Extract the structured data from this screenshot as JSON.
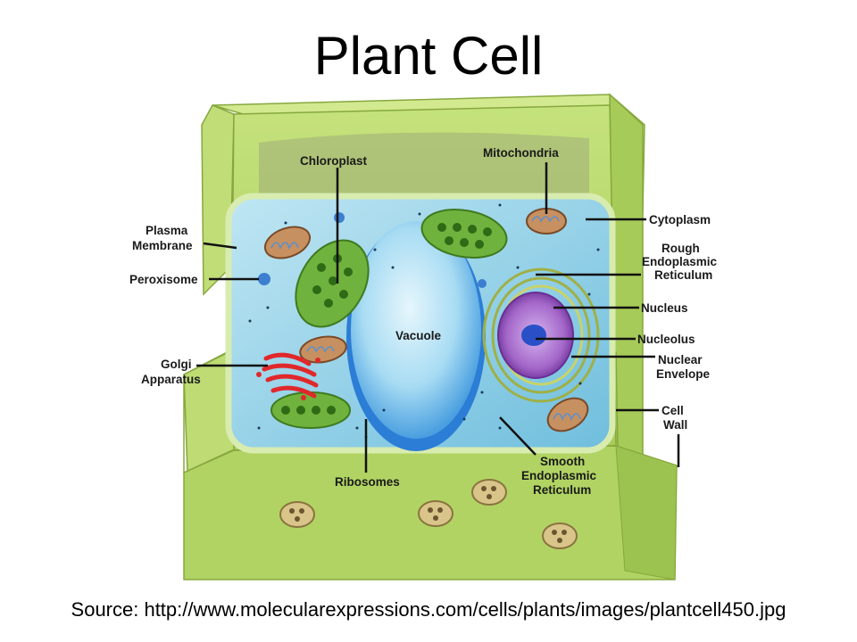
{
  "title": "Plant Cell",
  "source": "Source: http://www.molecularexpressions.com/cells/plants/images/plantcell450.jpg",
  "labels": {
    "chloroplast": "Chloroplast",
    "mitochondria": "Mitochondria",
    "plasma_membrane": [
      "Plasma",
      "Membrane"
    ],
    "cytoplasm": "Cytoplasm",
    "rough_er": [
      "Rough",
      "Endoplasmic",
      "Reticulum"
    ],
    "peroxisome": "Peroxisome",
    "nucleus": "Nucleus",
    "vacuole": "Vacuole",
    "nucleolus": "Nucleolus",
    "golgi": [
      "Golgi",
      "Apparatus"
    ],
    "nuclear_envelope": [
      "Nuclear",
      "Envelope"
    ],
    "cell_wall": [
      "Cell",
      "Wall"
    ],
    "ribosomes": "Ribosomes",
    "smooth_er": [
      "Smooth",
      "Endoplasmic",
      "Reticulum"
    ]
  },
  "colors": {
    "cell_wall": "#b5d66a",
    "cytoplasm": "#8fd0e6",
    "vacuole": "#6fb8e6",
    "nucleus": "#a467c9",
    "golgi": "#e0282b",
    "chloroplast": "#7bbf45",
    "mitochondria": "#c79060"
  }
}
